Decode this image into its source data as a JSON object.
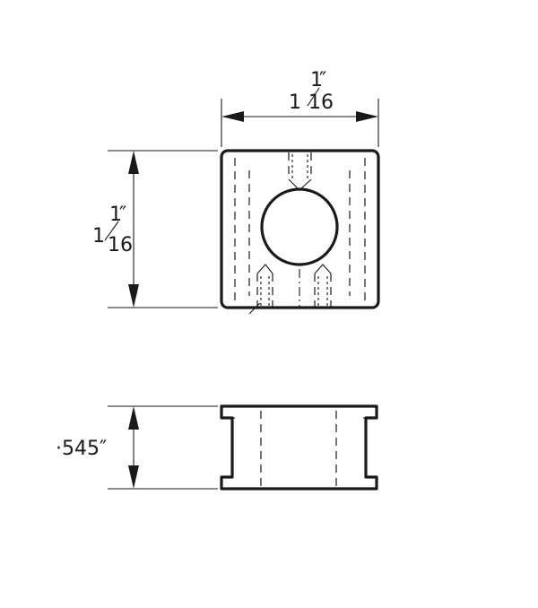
{
  "dimensions": {
    "top_width": {
      "numerator": "1",
      "inch_mark": "″",
      "whole": "1",
      "denominator": "16"
    },
    "side_height": {
      "numerator": "1",
      "inch_mark": "″",
      "whole": "1",
      "denominator": "16"
    },
    "thickness": {
      "value": "·545″"
    }
  },
  "colors": {
    "ink": "#1a1a1a",
    "paper": "#ffffff"
  }
}
